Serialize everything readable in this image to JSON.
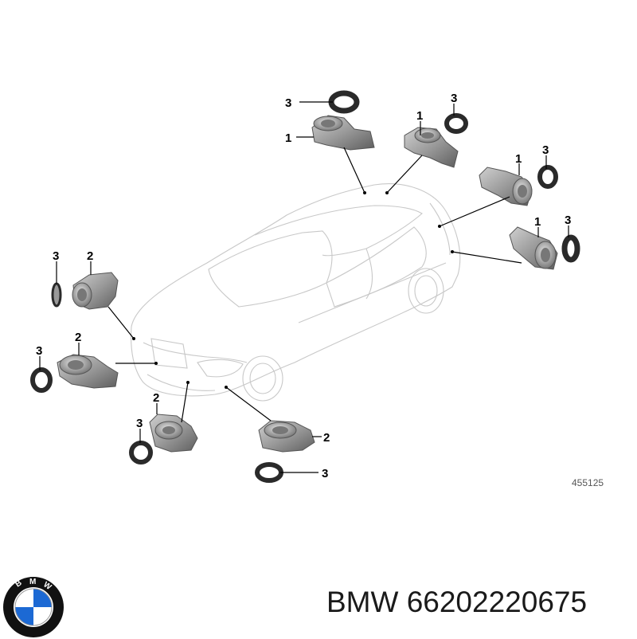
{
  "diagram": {
    "callouts": {
      "c1": "3",
      "c2": "1",
      "c3": "1",
      "c4": "3",
      "c5": "1",
      "c6": "3",
      "c7": "1",
      "c8": "3",
      "c9": "3",
      "c10": "2",
      "c11": "2",
      "c12": "3",
      "c13": "2",
      "c14": "3",
      "c15": "2",
      "c16": "3"
    },
    "reference_number": "455125"
  },
  "caption": {
    "brand": "BMW",
    "part_number": "66202220675",
    "text": "BMW 66202220675"
  },
  "logo": {
    "letters": [
      "B",
      "M",
      "W"
    ],
    "colors": {
      "ring": "#111111",
      "blue": "#1c69d4",
      "white": "#ffffff"
    }
  },
  "colors": {
    "part_dark": "#6e6e6e",
    "part_light": "#b8b8b8",
    "ring_dark": "#2a2a2a",
    "car_outline": "#c8c8c8"
  }
}
